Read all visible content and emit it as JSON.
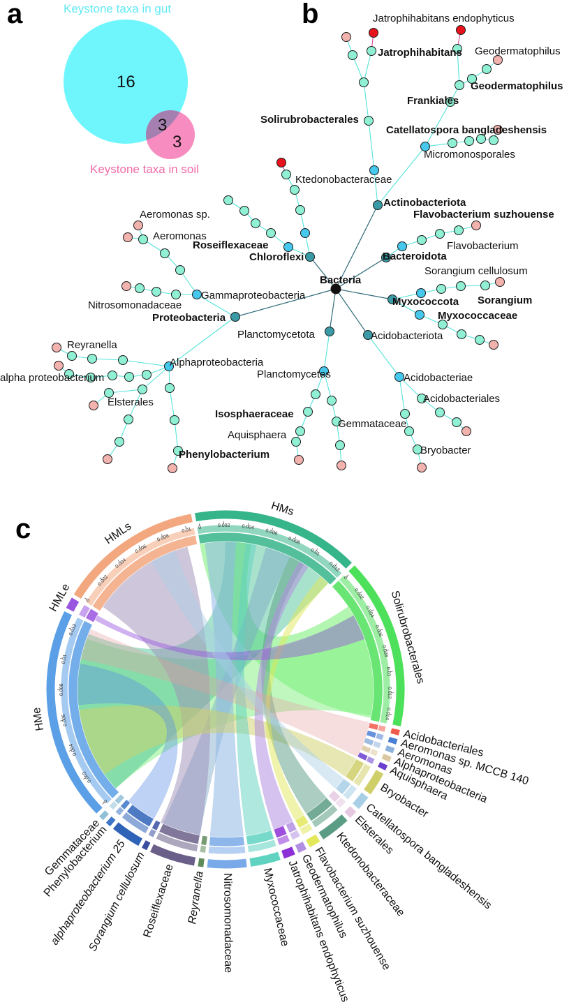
{
  "panels": {
    "a": "a",
    "b": "b",
    "c": "c"
  },
  "venn": {
    "gut_label": "Keystone taxa in gut",
    "soil_label": "Keystone taxa in soil",
    "gut_only": "16",
    "shared": "3",
    "soil_only": "3",
    "gut_color": "#6ff6fd",
    "soil_color": "#f580b8"
  },
  "tree": {
    "colors": {
      "root": "#111111",
      "phylum": "#3a9aa6",
      "class": "#45c8ec",
      "inner": "#8ff0d4",
      "leaf_soil": "#f2b2ae",
      "keystone_both": "#e8121c",
      "edge": "#52e3da",
      "edge_dark": "#2f6b7b"
    },
    "labels": [
      {
        "id": "bacteria",
        "text": "Bacteria",
        "bold": true
      },
      {
        "id": "actinobacteriota",
        "text": "Actinobacteriota",
        "bold": true
      },
      {
        "id": "chloroflexi",
        "text": "Chloroflexi",
        "bold": true
      },
      {
        "id": "roseiflexaceae",
        "text": "Roseiflexaceae",
        "bold": true
      },
      {
        "id": "ktedonobacteraceae",
        "text": "Ktedonobacteraceae",
        "bold": false
      },
      {
        "id": "solirubrobacterales",
        "text": "Solirubrobacterales",
        "bold": true
      },
      {
        "id": "frankiales",
        "text": "Frankiales",
        "bold": true
      },
      {
        "id": "jatrophihabitans",
        "text": "Jatrophihabitans",
        "bold": true
      },
      {
        "id": "jatrophihabitans-endophyticus",
        "text": "Jatrophihabitans endophyticus",
        "bold": false
      },
      {
        "id": "geodermatophilus-top",
        "text": "Geodermatophilus",
        "bold": false
      },
      {
        "id": "geodermatophilus",
        "text": "Geodermatophilus",
        "bold": true
      },
      {
        "id": "catellatospora",
        "text": "Catellatospora bangladeshensis",
        "bold": true
      },
      {
        "id": "micromonosporales",
        "text": "Micromonosporales",
        "bold": false
      },
      {
        "id": "flavobacterium-suzhouense",
        "text": "Flavobacterium suzhouense",
        "bold": true
      },
      {
        "id": "flavobacterium",
        "text": "Flavobacterium",
        "bold": false
      },
      {
        "id": "bacteroidota",
        "text": "Bacteroidota",
        "bold": true
      },
      {
        "id": "sorangium-cellulosum",
        "text": "Sorangium cellulosum",
        "bold": false
      },
      {
        "id": "sorangium",
        "text": "Sorangium",
        "bold": true
      },
      {
        "id": "myxococcota",
        "text": "Myxococcota",
        "bold": true
      },
      {
        "id": "myxococcaceae",
        "text": "Myxococcaceae",
        "bold": true
      },
      {
        "id": "acidobacteriota",
        "text": "Acidobacteriota",
        "bold": false
      },
      {
        "id": "acidobacteriae",
        "text": "Acidobacteriae",
        "bold": false
      },
      {
        "id": "acidobacteriales",
        "text": "Acidobacteriales",
        "bold": false
      },
      {
        "id": "gemmataceae",
        "text": "Gemmataceae",
        "bold": false
      },
      {
        "id": "bryobacter",
        "text": "Bryobacter",
        "bold": false
      },
      {
        "id": "planctomycetota",
        "text": "Planctomycetota",
        "bold": false
      },
      {
        "id": "planctomycetes",
        "text": "Planctomycetes",
        "bold": false
      },
      {
        "id": "isosphaeraceae",
        "text": "Isosphaeraceae",
        "bold": true
      },
      {
        "id": "aquisphaera",
        "text": "Aquisphaera",
        "bold": false
      },
      {
        "id": "gammaproteobacteria",
        "text": "Gammaproteobacteria",
        "bold": false
      },
      {
        "id": "proteobacteria",
        "text": "Proteobacteria",
        "bold": true
      },
      {
        "id": "aeromonas-sp",
        "text": "Aeromonas sp.",
        "bold": false
      },
      {
        "id": "aeromonas",
        "text": "Aeromonas",
        "bold": false
      },
      {
        "id": "nitrosomonadaceae",
        "text": "Nitrosomonadaceae",
        "bold": false
      },
      {
        "id": "alphaproteobacteria",
        "text": "Alphaproteobacteria",
        "bold": false
      },
      {
        "id": "reyranella",
        "text": "Reyranella",
        "bold": false
      },
      {
        "id": "alpha-proteobacterium",
        "text": "alpha proteobacterium",
        "bold": false
      },
      {
        "id": "elsterales",
        "text": "Elsterales",
        "bold": false
      },
      {
        "id": "phenylobacterium",
        "text": "Phenylobacterium",
        "bold": true
      }
    ]
  },
  "chord": {
    "sectors": [
      {
        "id": "hms",
        "label": "HMs",
        "color": "#36b58a",
        "italic": false
      },
      {
        "id": "solirubrobacterales",
        "label": "Solirubrobacterales",
        "color": "#4de05a",
        "italic": false
      },
      {
        "id": "acidobacteriales",
        "label": "Acidobacteriales",
        "color": "#f05a4a",
        "italic": false
      },
      {
        "id": "aeromonas-mccb",
        "label": "Aeromonas sp. MCCB 140",
        "color": "#4a7fd4",
        "italic": false
      },
      {
        "id": "aeromonas",
        "label": "Aeromonas",
        "color": "#8fb2dd",
        "italic": false
      },
      {
        "id": "alphaproteobacteria",
        "label": "Alphaproteobacteria",
        "color": "#dcc8a0",
        "italic": false
      },
      {
        "id": "aquisphaera",
        "label": "Aquisphaera",
        "color": "#6a3fd0",
        "italic": false
      },
      {
        "id": "bryobacter",
        "label": "Bryobacter",
        "color": "#cfcf6a",
        "italic": false
      },
      {
        "id": "catellatospora",
        "label": "Catellatospora bangladeshensis",
        "color": "#a8cfe6",
        "italic": false
      },
      {
        "id": "elsterales",
        "label": "Elsterales",
        "color": "#e6c9e0",
        "italic": false
      },
      {
        "id": "ktedonobacteraceae",
        "label": "Ktedonobacteraceae",
        "color": "#5a9c84",
        "italic": false
      },
      {
        "id": "flavobacterium",
        "label": "Flavobacterium suzhouense",
        "color": "#e2e85a",
        "italic": false
      },
      {
        "id": "geodermatophilus",
        "label": "Geodermatophilus",
        "color": "#b28fe0",
        "italic": false
      },
      {
        "id": "jatrophihabitans",
        "label": "Jatrophihabitans endophyticus",
        "color": "#8d2fd6",
        "italic": false
      },
      {
        "id": "myxococcaceae",
        "label": "Myxococcaceae",
        "color": "#5fd2c0",
        "italic": false
      },
      {
        "id": "nitrosomonadaceae",
        "label": "Nitrosomonadaceae",
        "color": "#79a9e8",
        "italic": false
      },
      {
        "id": "reyranella",
        "label": "Reyranella",
        "color": "#5f8a5a",
        "italic": true
      },
      {
        "id": "roseiflexaceae",
        "label": "Roseiflexaceae",
        "color": "#6a5f88",
        "italic": false
      },
      {
        "id": "sorangium",
        "label": "Sorangium cellulosum",
        "color": "#3a4fa0",
        "italic": true
      },
      {
        "id": "alphaproteobacterium",
        "label": "alphaproteobacterium 25",
        "color": "#2f63b8",
        "italic": true
      },
      {
        "id": "phenylobacterium",
        "label": "Phenylobacterium",
        "color": "#3d76c6",
        "italic": false
      },
      {
        "id": "gemmataceae",
        "label": "Gemmataceae",
        "color": "#8fc0d8",
        "italic": false
      },
      {
        "id": "hme",
        "label": "HMe",
        "color": "#5b9fe6",
        "italic": false
      },
      {
        "id": "hmle",
        "label": "HMLe",
        "color": "#9a55e0",
        "italic": false
      },
      {
        "id": "hmls",
        "label": "HMLs",
        "color": "#f2a77e",
        "italic": false
      }
    ],
    "ticks": {
      "hms": [
        "0",
        "0.002",
        "0.004",
        "0.006",
        "0.008",
        "0.01",
        "0.012"
      ],
      "hmls": [
        "0",
        "0.002",
        "0.004",
        "0.006",
        "0.008",
        "0.01"
      ],
      "solirubrobacterales": [
        "0",
        "0.002",
        "0.004",
        "0.006",
        "0.008",
        "0.01",
        "0.012",
        "0.014"
      ],
      "hme": [
        "0",
        "0.002",
        "0.004",
        "0.006",
        "0.008",
        "0.01",
        "0.012"
      ]
    }
  }
}
